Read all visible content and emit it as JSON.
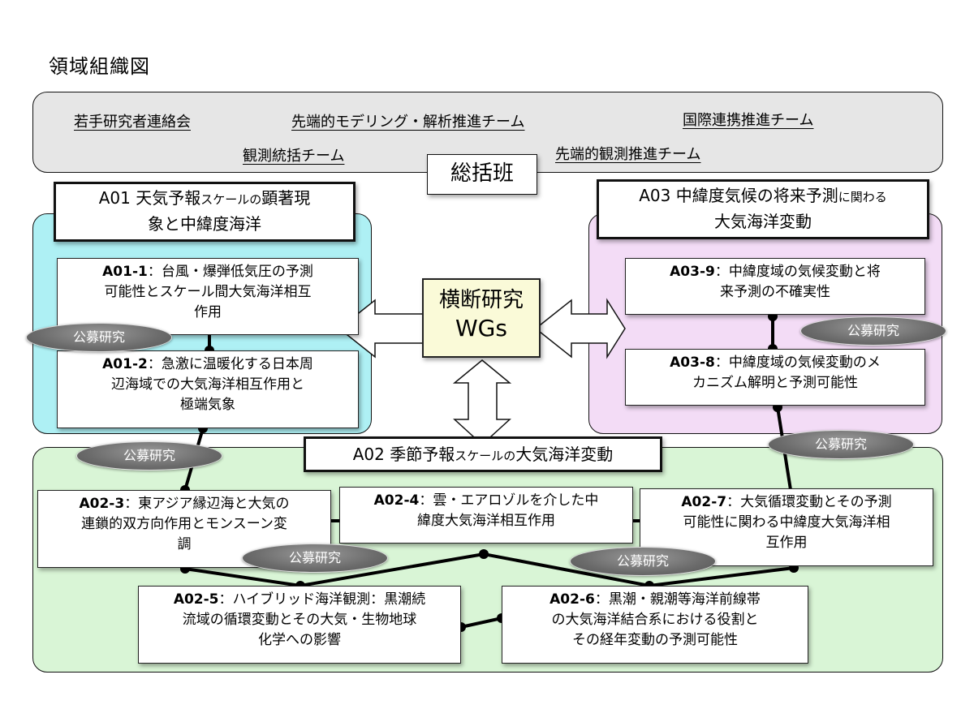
{
  "page_title": "領域組織図",
  "teams": {
    "young": "若手研究者連絡会",
    "modeling": "先端的モデリング・解析推進チーム",
    "intl": "国際連携推進チーム",
    "obs_coord": "観測統括チーム",
    "adv_obs": "先端的観測推進チーム"
  },
  "soukatsu": "総括班",
  "a01": {
    "header_a": "A01 天気予報",
    "header_small": "スケールの",
    "header_b": "顕著現",
    "header_line2": "象と中緯度海洋",
    "p1_code": "A01-1",
    "p1_text1": "：台風・爆弾低気圧の予測",
    "p1_text2": "可能性とスケール間大気海洋相互",
    "p1_text3": "作用",
    "p2_code": "A01-2",
    "p2_text1": "：急激に温暖化する日本周",
    "p2_text2": "辺海域での大気海洋相互作用と",
    "p2_text3": "極端気象"
  },
  "a03": {
    "header_a": "A03 中緯度気候の将来予測",
    "header_small": "に関わる",
    "header_line2": "大気海洋変動",
    "p9_code": "A03-9",
    "p9_text1": "：中緯度域の気候変動と将",
    "p9_text2": "来予測の不確実性",
    "p8_code": "A03-8",
    "p8_text1": "：中緯度域の気候変動のメ",
    "p8_text2": "カニズム解明と予測可能性"
  },
  "wg": {
    "line1": "横断研究",
    "line2": "WGs"
  },
  "a02": {
    "header_a": "A02 季節予報",
    "header_small": "スケールの",
    "header_b": "大気海洋変動",
    "p3_code": "A02-3",
    "p3_text1": "：東アジア縁辺海と大気の",
    "p3_text2": "連鎖的双方向作用とモンスーン変",
    "p3_text3": "調",
    "p4_code": "A02-4",
    "p4_text1": "：雲・エアロゾルを介した中",
    "p4_text2": "緯度大気海洋相互作用",
    "p7_code": "A02-7",
    "p7_text1": "：大気循環変動とその予測",
    "p7_text2": "可能性に関わる中緯度大気海洋相",
    "p7_text3": "互作用",
    "p5_code": "A02-5",
    "p5_text1": "：ハイブリッド海洋観測：黒潮続",
    "p5_text2": "流域の循環変動とその大気・生物地球",
    "p5_text3": "化学への影響",
    "p6_code": "A02-6",
    "p6_text1": "：黒潮・親潮等海洋前線帯",
    "p6_text2": "の大気海洋結合系における役割と",
    "p6_text3": "その経年変動の予測可能性"
  },
  "koubo": "公募研究",
  "colors": {
    "teams_bg": "#e6e6e6",
    "a01_bg": "#aef0f4",
    "a03_bg": "#f3dcf6",
    "a02_bg": "#d9f5d6",
    "wg_bg": "#fafad8"
  }
}
